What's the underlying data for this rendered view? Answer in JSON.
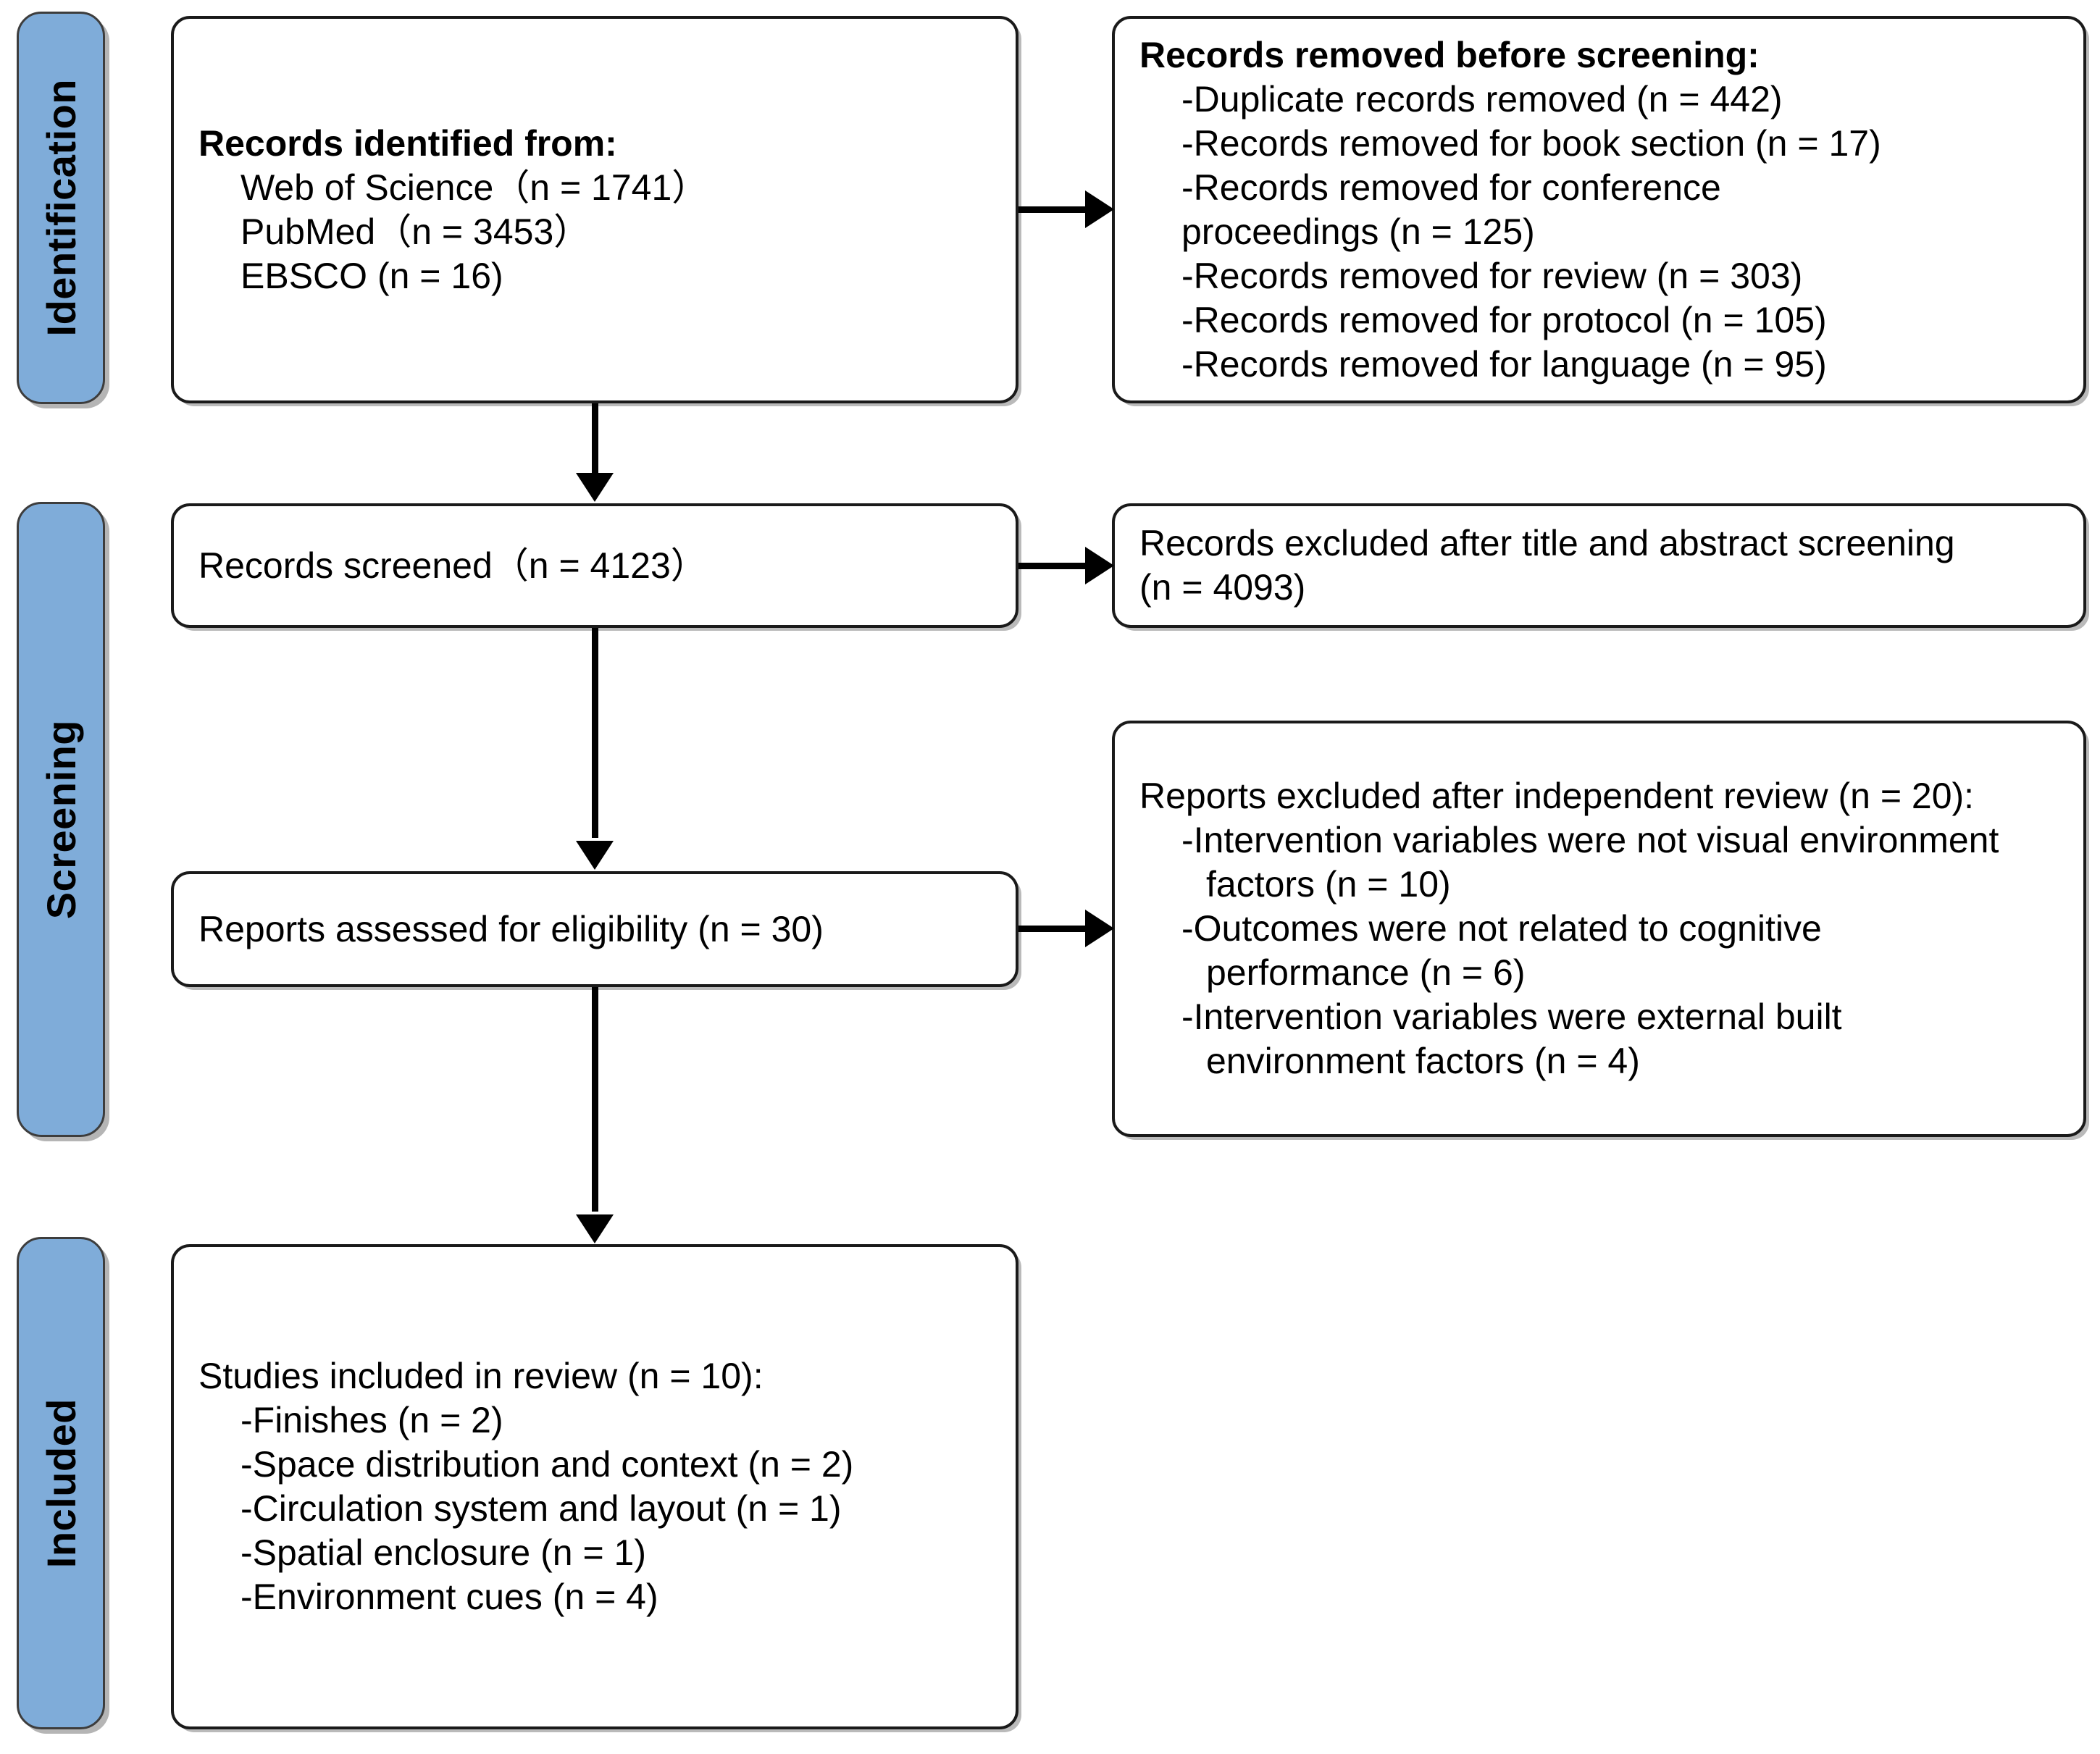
{
  "diagram": {
    "title": "PRISMA flow diagram",
    "accent_blue": "#7FACD9",
    "border_black": "#1a1a1a"
  },
  "stages": [
    {
      "key": "identification",
      "label": "Identification"
    },
    {
      "key": "screening",
      "label": "Screening"
    },
    {
      "key": "included",
      "label": "Included"
    }
  ],
  "boxes": {
    "records_identified": {
      "heading": "Records identified from:",
      "items": [
        "Web of Science（n = 1741）",
        "PubMed（n = 3453）",
        "EBSCO (n = 16)"
      ]
    },
    "records_removed": {
      "heading": "Records removed before screening:",
      "items": [
        "-Duplicate records removed (n = 442)",
        "-Records removed for book section (n = 17)",
        "-Records removed for conference",
        "proceedings (n = 125)",
        "-Records removed for review (n = 303)",
        "-Records removed for protocol (n = 105)",
        "-Records removed for language (n = 95)"
      ]
    },
    "records_screened": {
      "heading": "Records screened（n = 4123）",
      "items": []
    },
    "records_excluded": {
      "heading": "Records excluded after title and abstract screening",
      "items": [
        "(n = 4093)"
      ]
    },
    "reports_assessed": {
      "heading": "Reports assessed for eligibility (n = 30)",
      "items": []
    },
    "reports_excluded": {
      "heading": "Reports excluded after independent review (n = 20):",
      "items": [
        "-Intervention variables were not visual environment",
        "factors (n = 10)",
        "-Outcomes were not related to cognitive",
        "performance (n = 6)",
        "-Intervention variables were external built",
        "environment factors (n = 4)"
      ]
    },
    "studies_included": {
      "heading": "Studies included in review (n = 10):",
      "items": [
        "-Finishes (n = 2)",
        "-Space distribution and context (n = 2)",
        "-Circulation system and layout (n = 1)",
        "-Spatial enclosure (n = 1)",
        "-Environment cues (n = 4)"
      ]
    }
  },
  "connectors": [
    {
      "key": "identified-to-removed",
      "type": "arrow-right"
    },
    {
      "key": "identified-to-screened",
      "type": "arrow-down"
    },
    {
      "key": "screened-to-excluded",
      "type": "arrow-right"
    },
    {
      "key": "screened-to-assessed",
      "type": "arrow-down"
    },
    {
      "key": "assessed-to-reports-excluded",
      "type": "arrow-right"
    },
    {
      "key": "assessed-to-included",
      "type": "arrow-down"
    }
  ]
}
